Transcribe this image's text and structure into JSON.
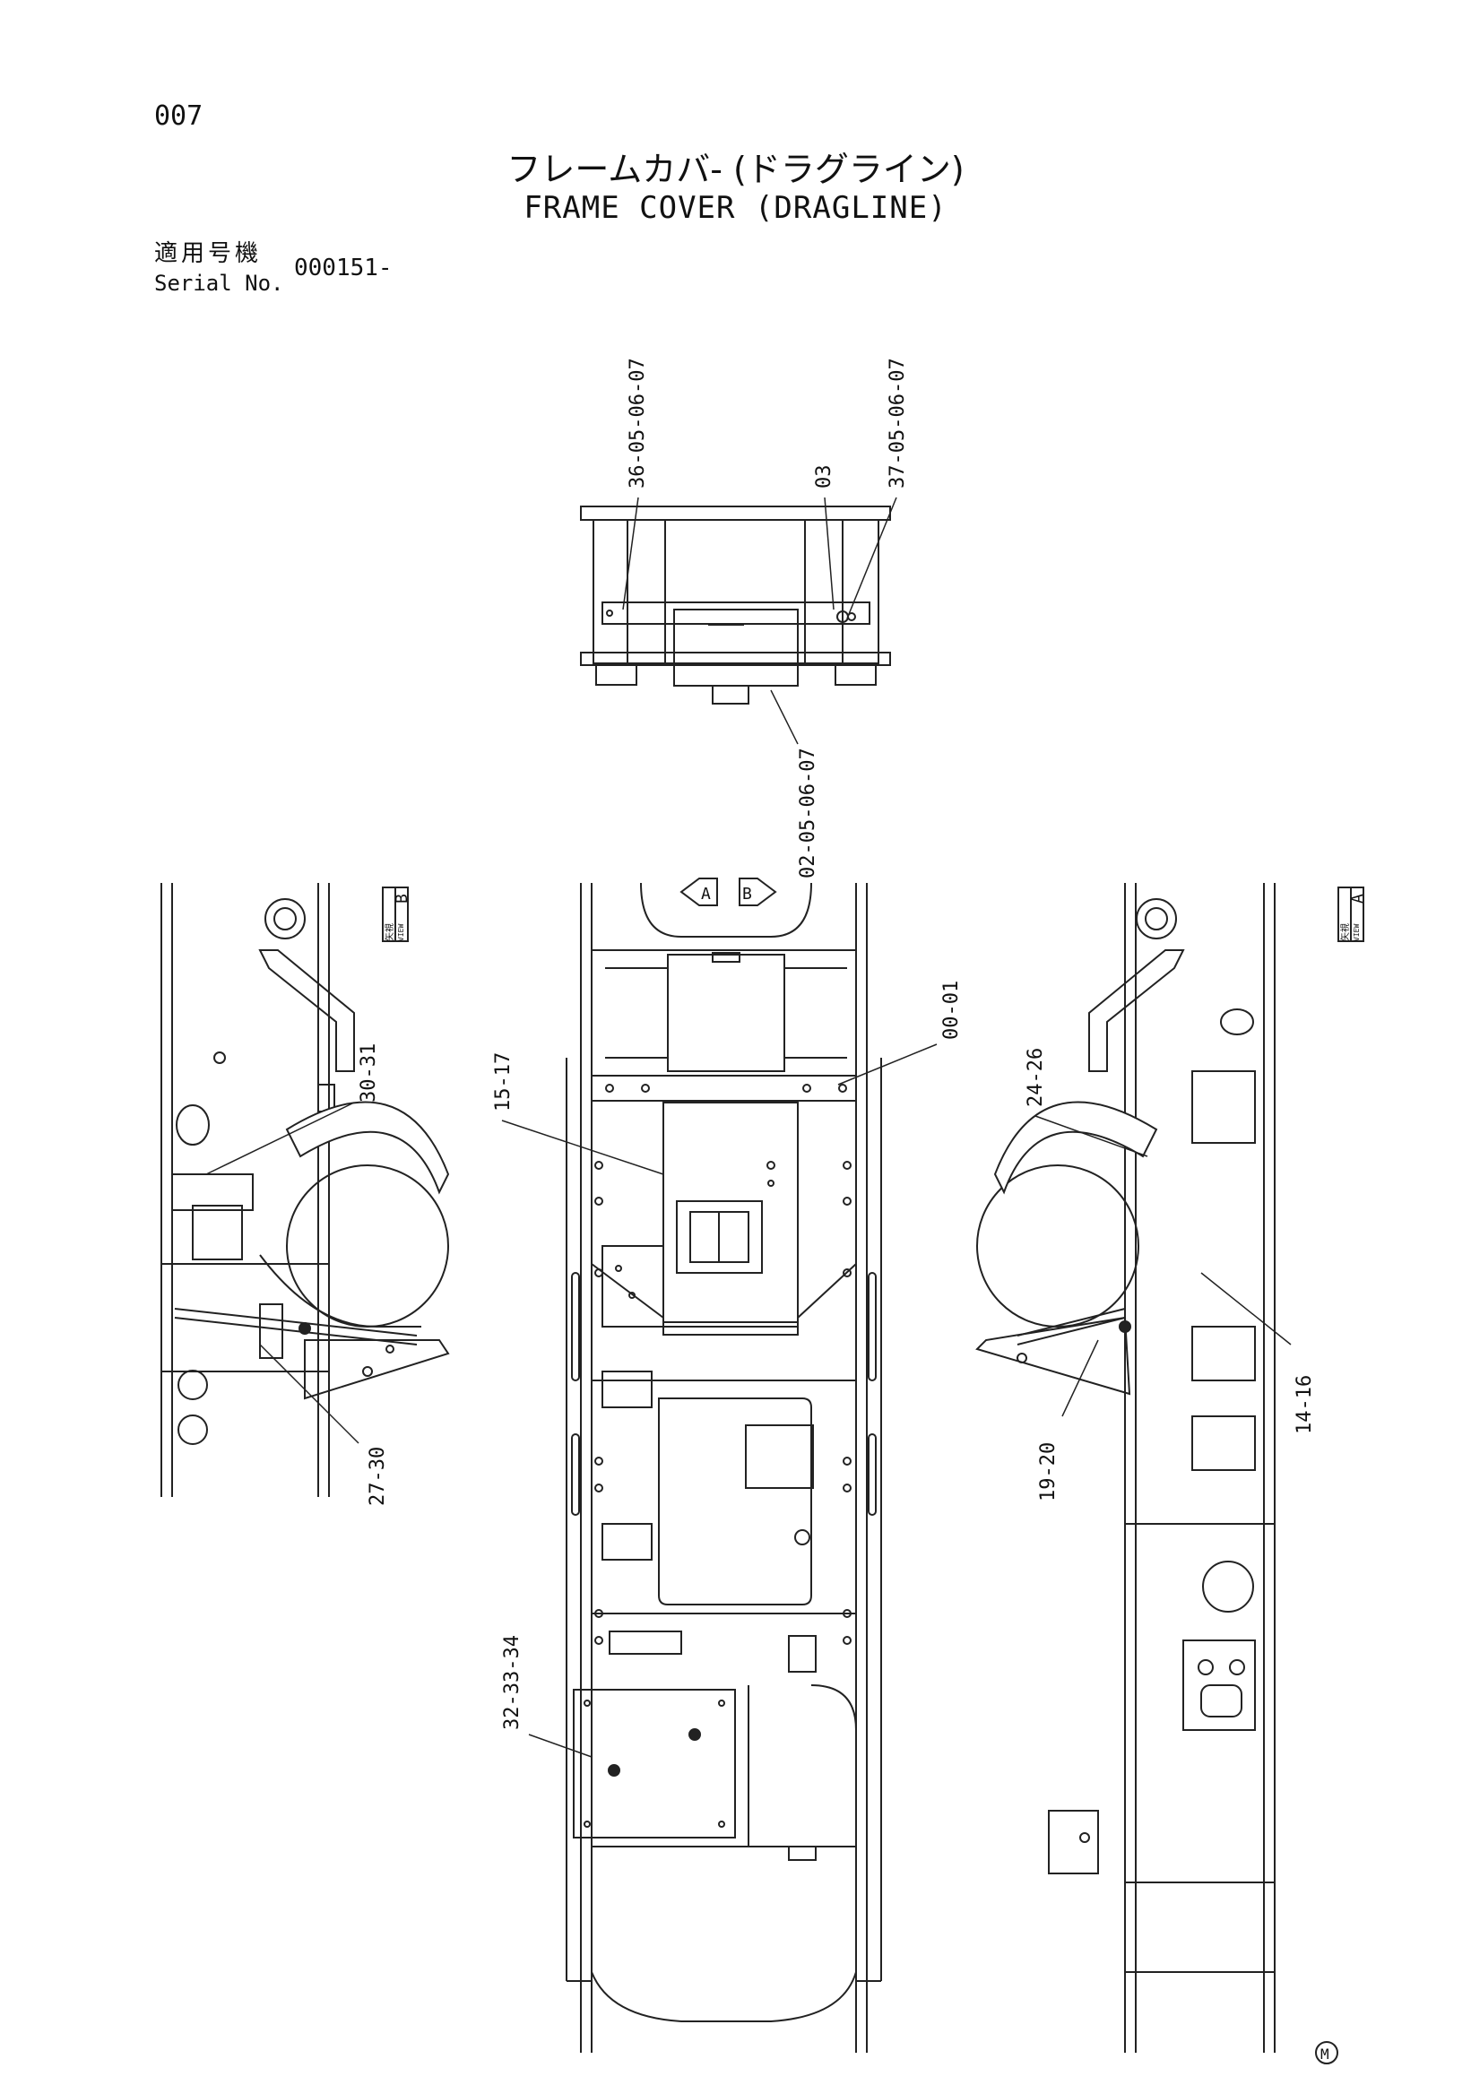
{
  "page_number": "007",
  "title_jp": "フレームカバ- (ドラグライン)",
  "title_en": "FRAME COVER (DRAGLINE)",
  "serial_label_jp": "適用号機",
  "serial_label_en": "Serial No.",
  "serial_value": "000151-",
  "view_labels": {
    "view_a": "A",
    "view_b": "B",
    "arrow_a": "A",
    "arrow_b": "B",
    "view_word": "矢視",
    "view_word_en": "VIEW"
  },
  "callouts": {
    "c36": "36-05-06-07",
    "c03": "03",
    "c37": "37-05-06-07",
    "c02": "02-05-06-07",
    "c00": "00-01",
    "c15": "15-17",
    "c30": "30-31",
    "c27": "27-30",
    "c24": "24-26",
    "c14": "14-16",
    "c19": "19-20",
    "c32": "32-33-34"
  },
  "maker_mark": "M"
}
